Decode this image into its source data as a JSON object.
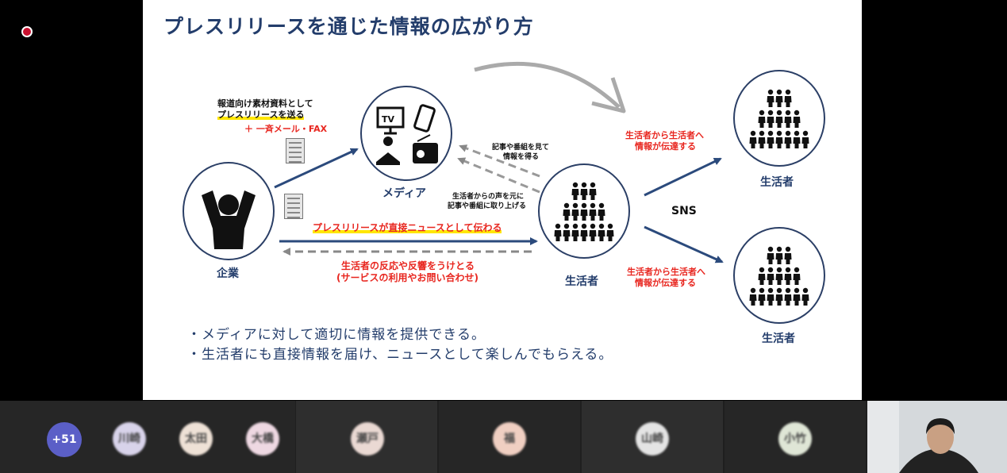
{
  "slide": {
    "title": "プレスリリースを通じた情報の広がり方",
    "labels": {
      "company": "企業",
      "media": "メディア",
      "consumer": "生活者",
      "consumer_top": "生活者",
      "consumer_bottom": "生活者",
      "sns": "SNS",
      "tv": "TV"
    },
    "notes": {
      "press_line1": "報道向け素材資料として",
      "press_line2": "プレスリリースを送る",
      "press_extra": "＋ 一斉メール・FAX",
      "see_media_line1": "記事や番組を見て",
      "see_media_line2": "情報を得る",
      "voice_line1": "生活者からの声を元に",
      "voice_line2": "記事や番組に取り上げる",
      "direct_news": "プレスリリースが直接ニュースとして伝わる",
      "reaction_line1": "生活者の反応や反響をうけとる",
      "reaction_line2": "(サービスの利用やお問い合わせ)",
      "spread_top_line1": "生活者から生活者へ",
      "spread_top_line2": "情報が伝達する",
      "spread_bottom_line1": "生活者から生活者へ",
      "spread_bottom_line2": "情報が伝達する"
    },
    "bullets": [
      "・メディアに対して適切に情報を提供できる。",
      "・生活者にも直接情報を届け、ニュースとして楽しんでもらえる。"
    ],
    "colors": {
      "navy": "#233d6b",
      "arrow": "#2b4a7c",
      "red": "#e8261f",
      "highlight": "#ffe600"
    }
  },
  "participants": {
    "more_count": "+51",
    "avatars": [
      {
        "initials": "川崎",
        "color": "#d8d3ea"
      },
      {
        "initials": "太田",
        "color": "#eee1d6"
      },
      {
        "initials": "大橋",
        "color": "#eed8e2"
      },
      {
        "initials": "瀬戸",
        "color": "#ead9d3"
      },
      {
        "initials": "福",
        "color": "#f0cfc2"
      },
      {
        "initials": "山崎",
        "color": "#e4e4e4"
      },
      {
        "initials": "小竹",
        "color": "#dfe6d6"
      }
    ]
  }
}
